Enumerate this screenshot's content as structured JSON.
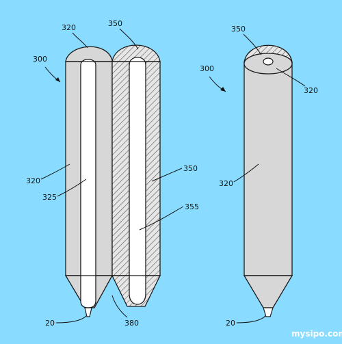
{
  "colors": {
    "background": "#89dcff",
    "body": "#d7d7d7",
    "core": "#ffffff",
    "outline": "#1a1a1a",
    "hatch": "#555555"
  },
  "labels": {
    "ref_300_left": "300",
    "ref_320_cap_left": "320",
    "ref_350_cap_mid": "350",
    "ref_320_body_left": "320",
    "ref_325_core": "325",
    "ref_350_body_mid": "350",
    "ref_355_core": "355",
    "ref_20_left": "20",
    "ref_380_seam": "380",
    "ref_350_cap_right": "350",
    "ref_300_right": "300",
    "ref_320_cap_right": "320",
    "ref_320_body_right": "320",
    "ref_20_right": "20"
  },
  "watermark": "mysipo.com"
}
